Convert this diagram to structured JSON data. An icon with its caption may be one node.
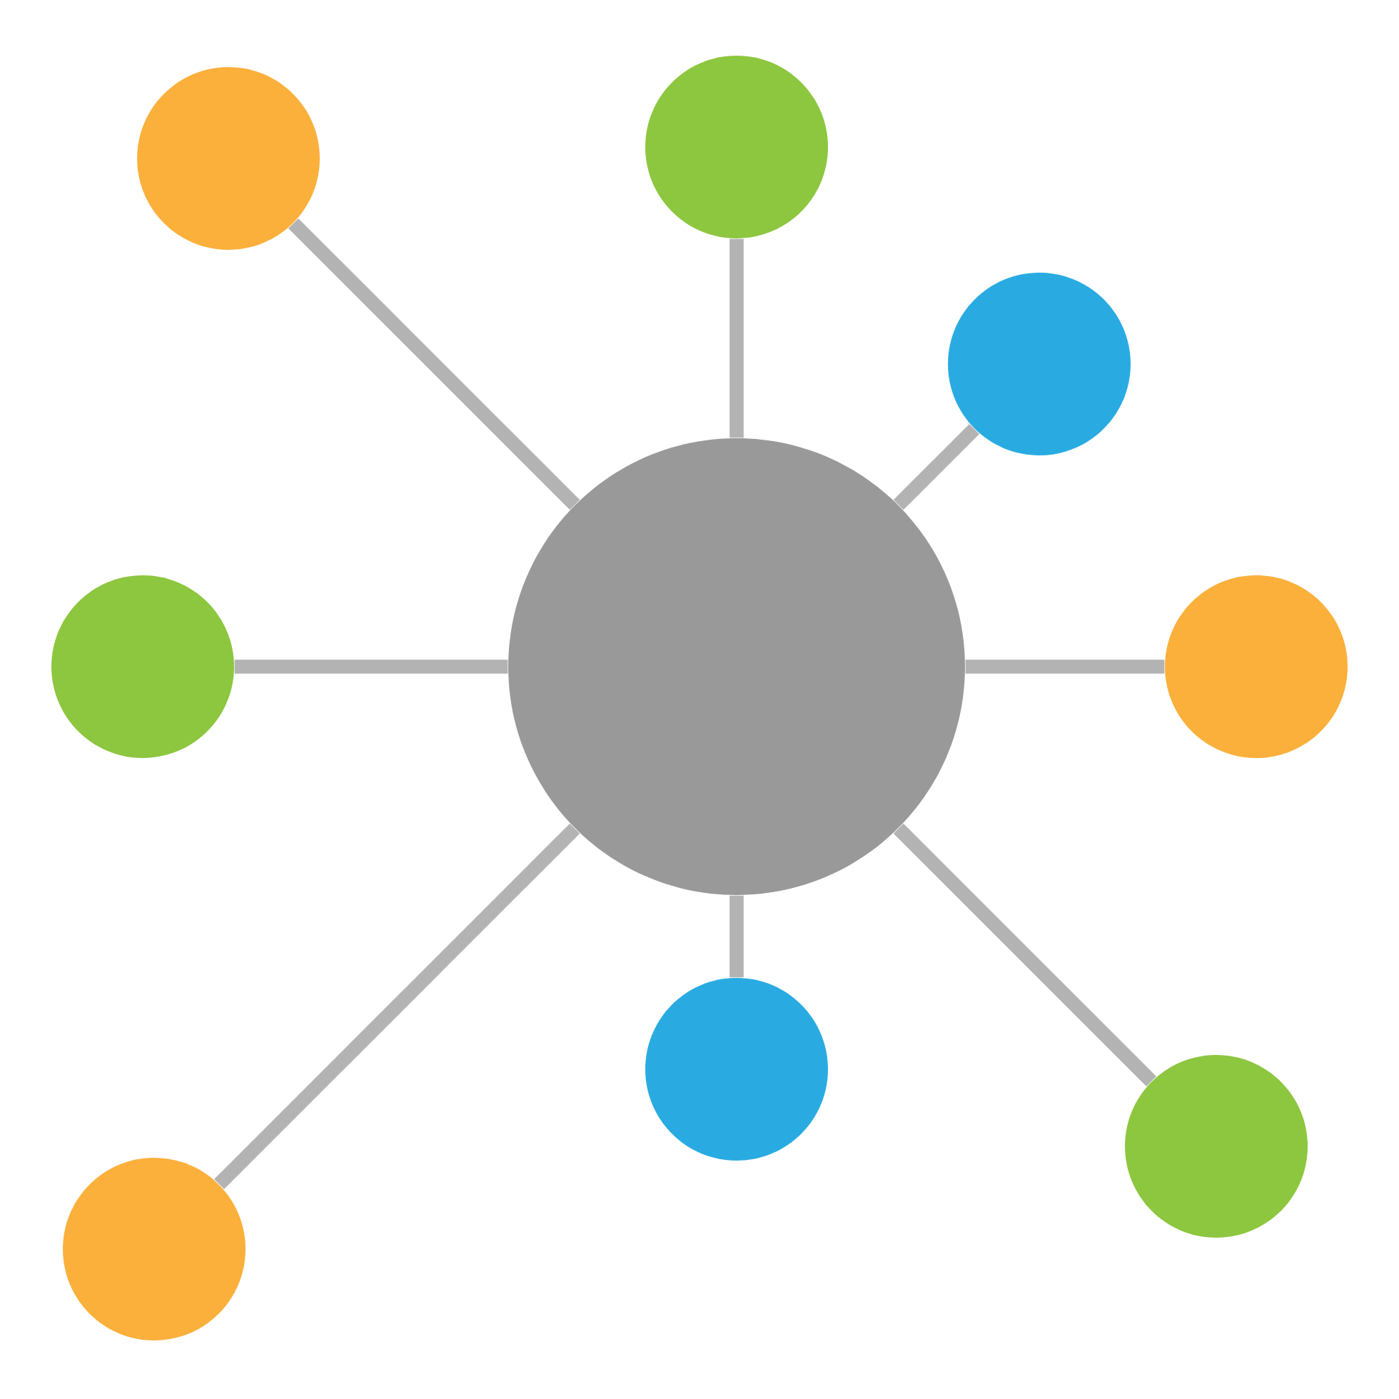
{
  "diagram": {
    "nodes": [
      {
        "text": [],
        "shape": "circle"
      },
      {
        "text": [],
        "shape": "circle"
      },
      {
        "text": [],
        "shape": "circle"
      },
      {
        "text": [],
        "shape": "circle"
      },
      {
        "text": [],
        "shape": "circle"
      },
      {
        "text": [],
        "shape": "circle"
      },
      {
        "text": [],
        "shape": "circle"
      },
      {
        "text": [],
        "shape": "circle"
      },
      {
        "text": [],
        "shape": "circle"
      }
    ],
    "edges": [
      {
        "from": 0,
        "to": 1,
        "arrow": "none"
      },
      {
        "from": 0,
        "to": 2,
        "arrow": "none"
      },
      {
        "from": 0,
        "to": 3,
        "arrow": "none"
      },
      {
        "from": 0,
        "to": 4,
        "arrow": "none"
      },
      {
        "from": 0,
        "to": 5,
        "arrow": "none"
      },
      {
        "from": 0,
        "to": 6,
        "arrow": "none"
      },
      {
        "from": 0,
        "to": 7,
        "arrow": "none"
      },
      {
        "from": 0,
        "to": 8,
        "arrow": "none"
      }
    ]
  }
}
